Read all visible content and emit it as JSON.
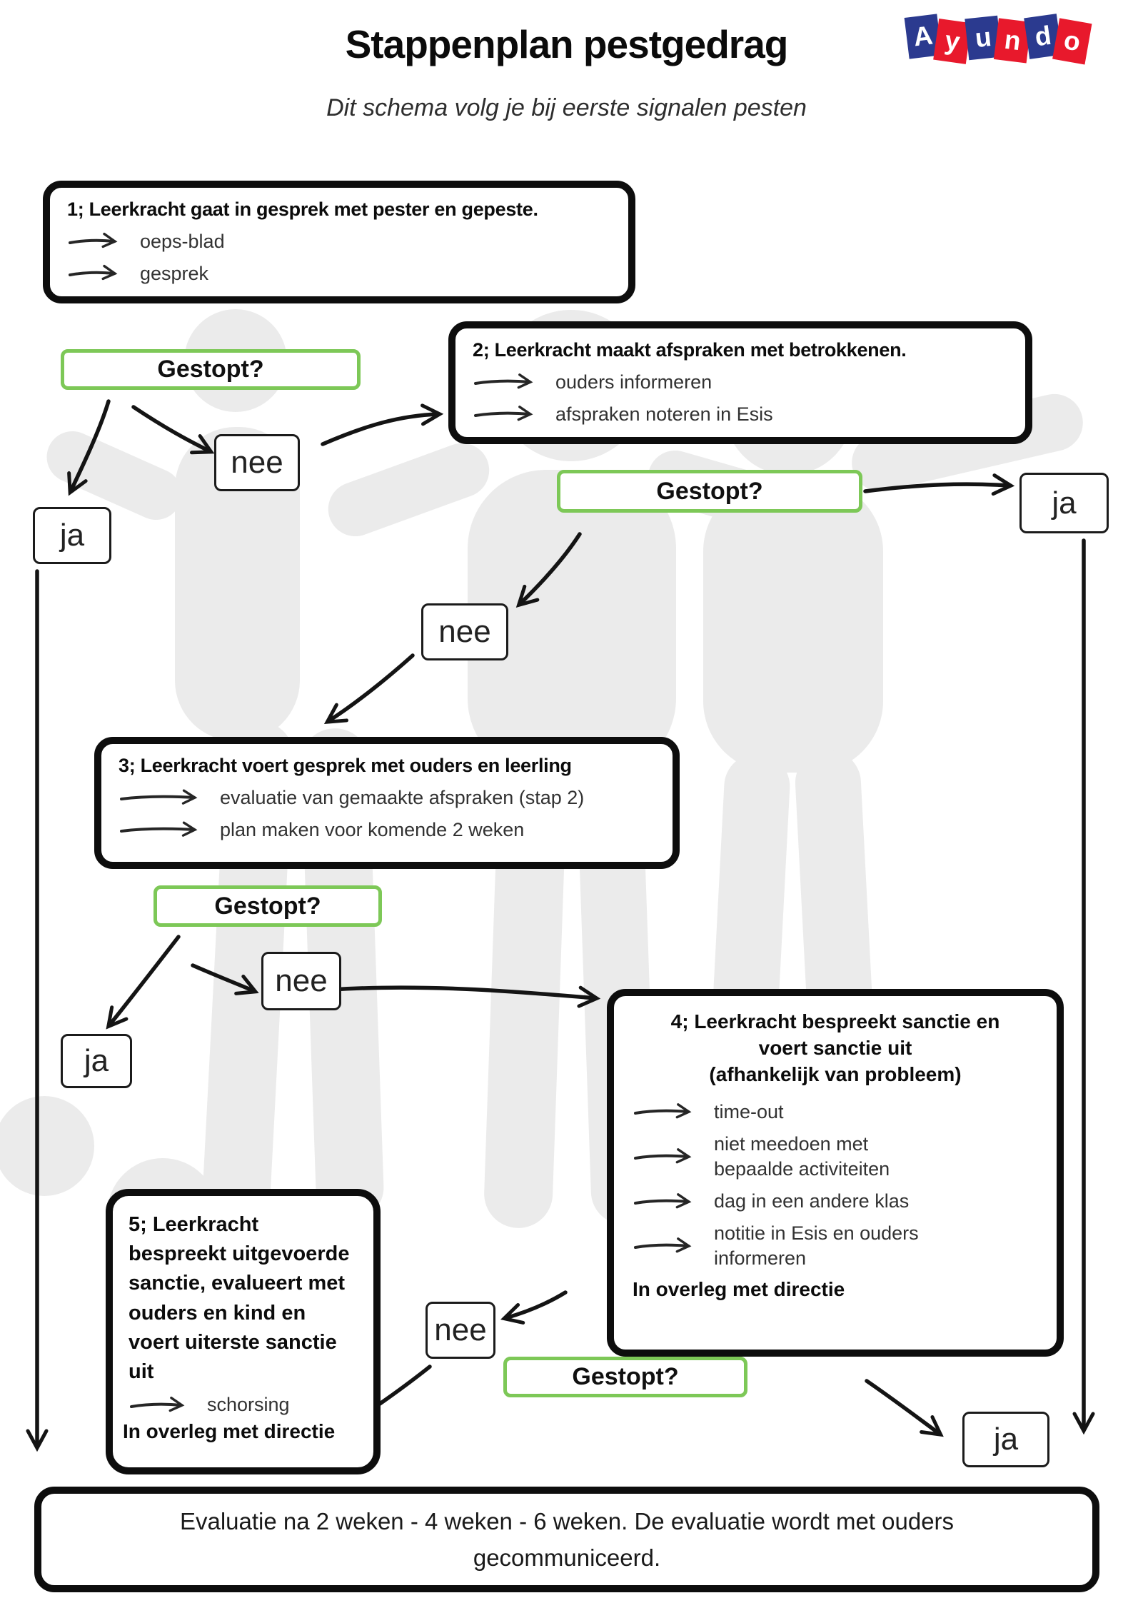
{
  "header": {
    "title": "Stappenplan pestgedrag",
    "subtitle": "Dit schema volg je bij eerste signalen pesten"
  },
  "logo": {
    "letters": [
      "A",
      "y",
      "u",
      "n",
      "d",
      "o"
    ]
  },
  "labels": {
    "gestopt": "Gestopt?",
    "ja": "ja",
    "nee": "nee"
  },
  "steps": {
    "step1": {
      "title": "1; Leerkracht gaat in gesprek met pester en gepeste.",
      "bullets": [
        "oeps-blad",
        "gesprek"
      ]
    },
    "step2": {
      "title": "2; Leerkracht maakt afspraken met betrokkenen.",
      "bullets": [
        "ouders informeren",
        "afspraken noteren in Esis"
      ]
    },
    "step3": {
      "title": "3; Leerkracht voert gesprek met ouders en leerling",
      "bullets": [
        "evaluatie van gemaakte afspraken (stap 2)",
        "plan maken voor komende 2 weken"
      ]
    },
    "step4": {
      "title_lines": [
        "4; Leerkracht bespreekt sanctie en",
        "voert sanctie uit",
        "(afhankelijk van probleem)"
      ],
      "bullets": [
        "time-out",
        "niet meedoen met bepaalde activiteiten",
        "dag in een andere klas",
        "notitie in Esis en ouders informeren"
      ],
      "footer": "In overleg met directie"
    },
    "step5": {
      "title": "5; Leerkracht bespreekt uitgevoerde sanctie, evalueert met ouders en kind en voert uiterste sanctie uit",
      "bullets": [
        "schorsing"
      ],
      "footer": "In overleg met directie"
    }
  },
  "evaluation": {
    "lines": [
      "Evaluatie na 2 weken - 4 weken - 6 weken. De evaluatie wordt met ouders",
      "gecommuniceerd."
    ]
  },
  "colors": {
    "decision_green": "#7dc857",
    "line_black": "#141414",
    "watermark_gray": "#ebebeb",
    "logo_blue": "#2b3a8f",
    "logo_red": "#e8192c"
  }
}
